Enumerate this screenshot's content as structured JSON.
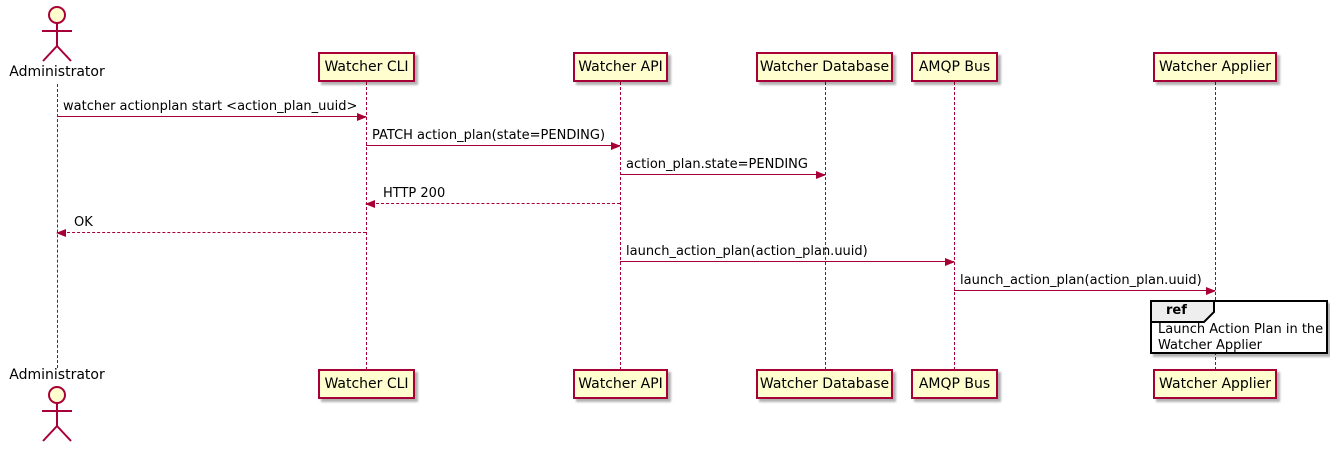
{
  "diagram": {
    "type": "sequence-diagram",
    "colors": {
      "participant_fill": "#FEFECE",
      "participant_border": "#A80036",
      "arrow_line": "#A80036",
      "text": "#000000",
      "ref_border": "#000000",
      "ref_tab_fill": "#EEEEEE",
      "ref_fill": "#FFFFFF"
    },
    "actor": {
      "name": "Administrator"
    },
    "participants": [
      {
        "name": "Watcher CLI"
      },
      {
        "name": "Watcher API"
      },
      {
        "name": "Watcher Database"
      },
      {
        "name": "AMQP Bus"
      },
      {
        "name": "Watcher Applier"
      }
    ],
    "messages": [
      {
        "text": "watcher actionplan start <action_plan_uuid>",
        "from": "Administrator",
        "to": "Watcher CLI",
        "style": "solid"
      },
      {
        "text": "PATCH action_plan(state=PENDING)",
        "from": "Watcher CLI",
        "to": "Watcher API",
        "style": "solid"
      },
      {
        "text": "action_plan.state=PENDING",
        "from": "Watcher API",
        "to": "Watcher Database",
        "style": "solid"
      },
      {
        "text": "HTTP 200",
        "from": "Watcher API",
        "to": "Watcher CLI",
        "style": "dashed"
      },
      {
        "text": "OK",
        "from": "Watcher CLI",
        "to": "Administrator",
        "style": "dashed"
      },
      {
        "text": "launch_action_plan(action_plan.uuid)",
        "from": "Watcher API",
        "to": "AMQP Bus",
        "style": "solid"
      },
      {
        "text": "launch_action_plan(action_plan.uuid)",
        "from": "AMQP Bus",
        "to": "Watcher Applier",
        "style": "solid"
      }
    ],
    "ref": {
      "label": "ref",
      "line1": "Launch Action Plan in the",
      "line2": "Watcher Applier"
    }
  }
}
